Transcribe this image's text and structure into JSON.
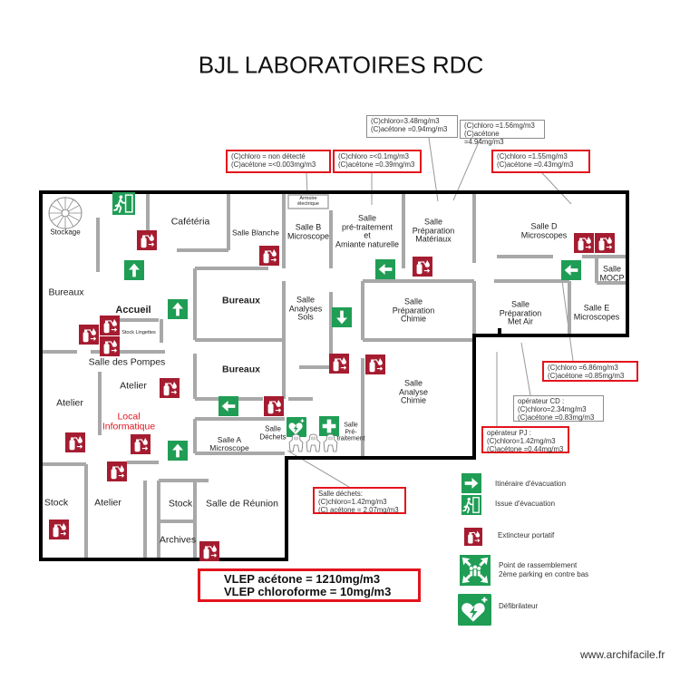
{
  "title": "BJL LABORATOIRES RDC",
  "rooms": {
    "stockage": "Stockage",
    "cafeteria": "Cafétéria",
    "salle_blanche": "Salle Blanche",
    "armoire": "Armoire\nélectrique",
    "salle_b": "Salle B\nMicroscope",
    "pretraitement_amiante": "Salle\npré-traitement\net\nAmiante naturelle",
    "preparation_materiaux": "Salle\nPréparation\nMatériaux",
    "salle_d": "Salle D\nMicroscopes",
    "salle_mocp": "Salle\nMOCP",
    "bureaux_1": "Bureaux",
    "accueil": "Accueil",
    "bureaux_2": "Bureaux",
    "analyses_sols": "Salle\nAnalyses\nSols",
    "preparation_chimie": "Salle\nPréparation\nChimie",
    "preparation_met_air": "Salle\nPréparation\nMet Air",
    "salle_e": "Salle E\nMicroscopes",
    "stock_lingettes": "Stock Lingettes",
    "salle_pompes": "Salle des Pompes",
    "bureaux_3": "Bureaux",
    "atelier_1": "Atelier",
    "atelier_2": "Atelier",
    "analyse_chimie": "Salle\nAnalyse\nChimie",
    "local_informatique": "Local\nInformatique",
    "salle_a": "Salle A\nMicroscope",
    "salle_dechets": "Salle\nDéchets",
    "pretraitement_2": "Salle\nPré-\ntraitement",
    "stock_1": "Stock",
    "atelier_3": "Atelier",
    "stock_2": "Stock",
    "salle_reunion": "Salle de Réunion",
    "archives": "Archives"
  },
  "measurements": {
    "m1": "(C)chloro = non détecté\n(C)acétone =<0.003mg/m3",
    "m2": "(C)chloro =<0.1mg/m3\n(C)acétone =0.39mg/m3",
    "m3": "(C)chloro=3.48mg/m3\n(C)acétone =0.94mg/m3",
    "m4": "(C)chloro =1.56mg/m3\n(C)acétone =4.94mg/m3",
    "m5": "(C)chloro =1.55mg/m3\n(C)acétone =0.43mg/m3",
    "m6": "(C)chloro =6.86mg/m3\n(C)acétone =0.85mg/m3",
    "m7": "opérateur CD :\n(C)chloro=2.34mg/m3\n(C)acétone =0.83mg/m3",
    "m8": "opérateur PJ :\n(C)chloro=1.42mg/m3\n(C)acétone =0.44mg/m3",
    "m9": "Salle déchets:\n(C)chloro=1.42mg/m3\n(C) acétone = 2.07mg/m3"
  },
  "vlep": {
    "acetone": "VLEP acétone = 1210mg/m3",
    "chloroforme": "VLEP chloroforme = 10mg/m3"
  },
  "legend": {
    "evacuation_route": {
      "icon": "evacuation-arrow-icon",
      "label": "Itinéraire d'évacuation"
    },
    "emergency_exit": {
      "icon": "emergency-exit-icon",
      "label": "Issue d'évacuation"
    },
    "extinguisher": {
      "icon": "fire-extinguisher-icon",
      "label": "Extincteur portatif"
    },
    "assembly_point": {
      "icon": "assembly-point-icon",
      "label": "Point de rassemblement\n2ème parking en contre bas"
    },
    "defibrillator": {
      "icon": "defibrillator-icon",
      "label": "Défibrilateur"
    }
  },
  "map_icons": [
    "spiral-staircase-icon",
    "emergency-exit-icon",
    "evacuation-arrow-icon",
    "fire-extinguisher-icon",
    "first-aid-icon",
    "defibrillator-icon",
    "protective-suit-icon"
  ],
  "watermark": "www.archifacile.fr",
  "colors": {
    "safety_green": "#1f9d55",
    "fire_red": "#a51c30",
    "alert_red": "#e3141c",
    "outer_wall": "#000000",
    "inner_wall": "#a8a8a8"
  }
}
